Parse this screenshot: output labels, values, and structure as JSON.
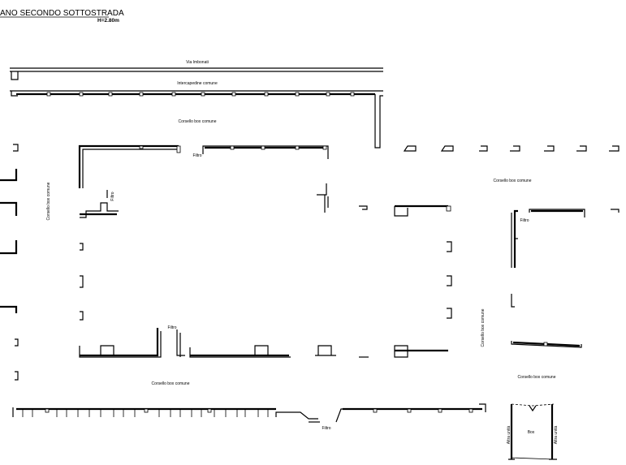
{
  "header": {
    "title": "ANO SECONDO SOTTOSTRADA",
    "height": "H=2.80m"
  },
  "labels": {
    "street": "Via Imbonati",
    "intercapedine": "Intercapedine comune",
    "corsello_top": "Corsello box comune",
    "filtro_top": "Filtro",
    "corsello_left": "Corsello box comune",
    "filtro_left": "Filtro",
    "corsello_right_top": "Corsello box comune",
    "filtro_right": "Filtro",
    "filtro_mid": "Filtro",
    "corsello_right_vertical": "Corsello box comune",
    "corsello_bottom": "Corsello box comune",
    "corsello_bottom_right": "Corsello box comune",
    "filtro_bottom": "Filtro",
    "box": "Box",
    "altra_left": "Altra unità",
    "altra_right": "Altra unità"
  }
}
